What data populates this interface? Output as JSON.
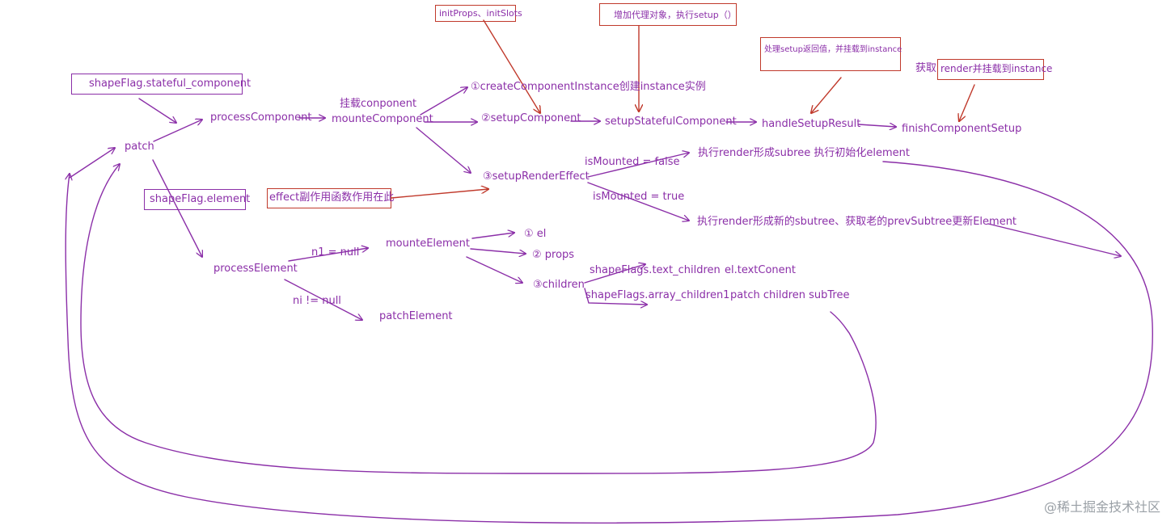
{
  "colors": {
    "purple": "#8b2fa8",
    "red": "#c0392b",
    "watermark": "#9aa0a6"
  },
  "nodes": {
    "stateful_component": "shapeFlag.stateful_component",
    "patch": "patch",
    "shape_element": "shapeFlag.element",
    "process_component": "processComponent",
    "mount_label": "挂载conponent",
    "mounte_component": "mounteComponent",
    "create_instance": "①createComponentInstance创建instance实例",
    "setup_component": "②setupComponent",
    "setup_stateful": "setupStatefulComponent",
    "handle_setup_result": "handleSetupResult",
    "finish_setup": "finishComponentSetup",
    "setup_render_effect": "③setupRenderEffect",
    "is_mounted_false": "isMounted = false",
    "is_mounted_true": "isMounted = true",
    "render_subtree": "执行render形成subree 执行初始化element",
    "render_new_subtree": "执行render形成新的sbutree、获取老的prevSubtree更新Element",
    "effect_note": "effect副作用函数作用在此",
    "process_element": "processElement",
    "n1_null": "n1 = null",
    "n1_not_null": "ni != null",
    "mounte_element": "mounteElement",
    "patch_element": "patchElement",
    "el": "① el",
    "props": "② props",
    "children": "③children",
    "text_children": "shapeFlags.text_children",
    "el_text": "el.textConent",
    "array_children": "shapeFlags.array_children1",
    "patch_children": "patch children subTree"
  },
  "notes": {
    "init_props": "initProps、initSlots",
    "proxy_setup": "增加代理对象，执行setup（）",
    "handle_result": "处理setup返回值，并挂载到instance",
    "get_render_prefix": "获取",
    "get_render_boxed": "render并挂载到instance"
  },
  "watermark": "@稀土掘金技术社区"
}
